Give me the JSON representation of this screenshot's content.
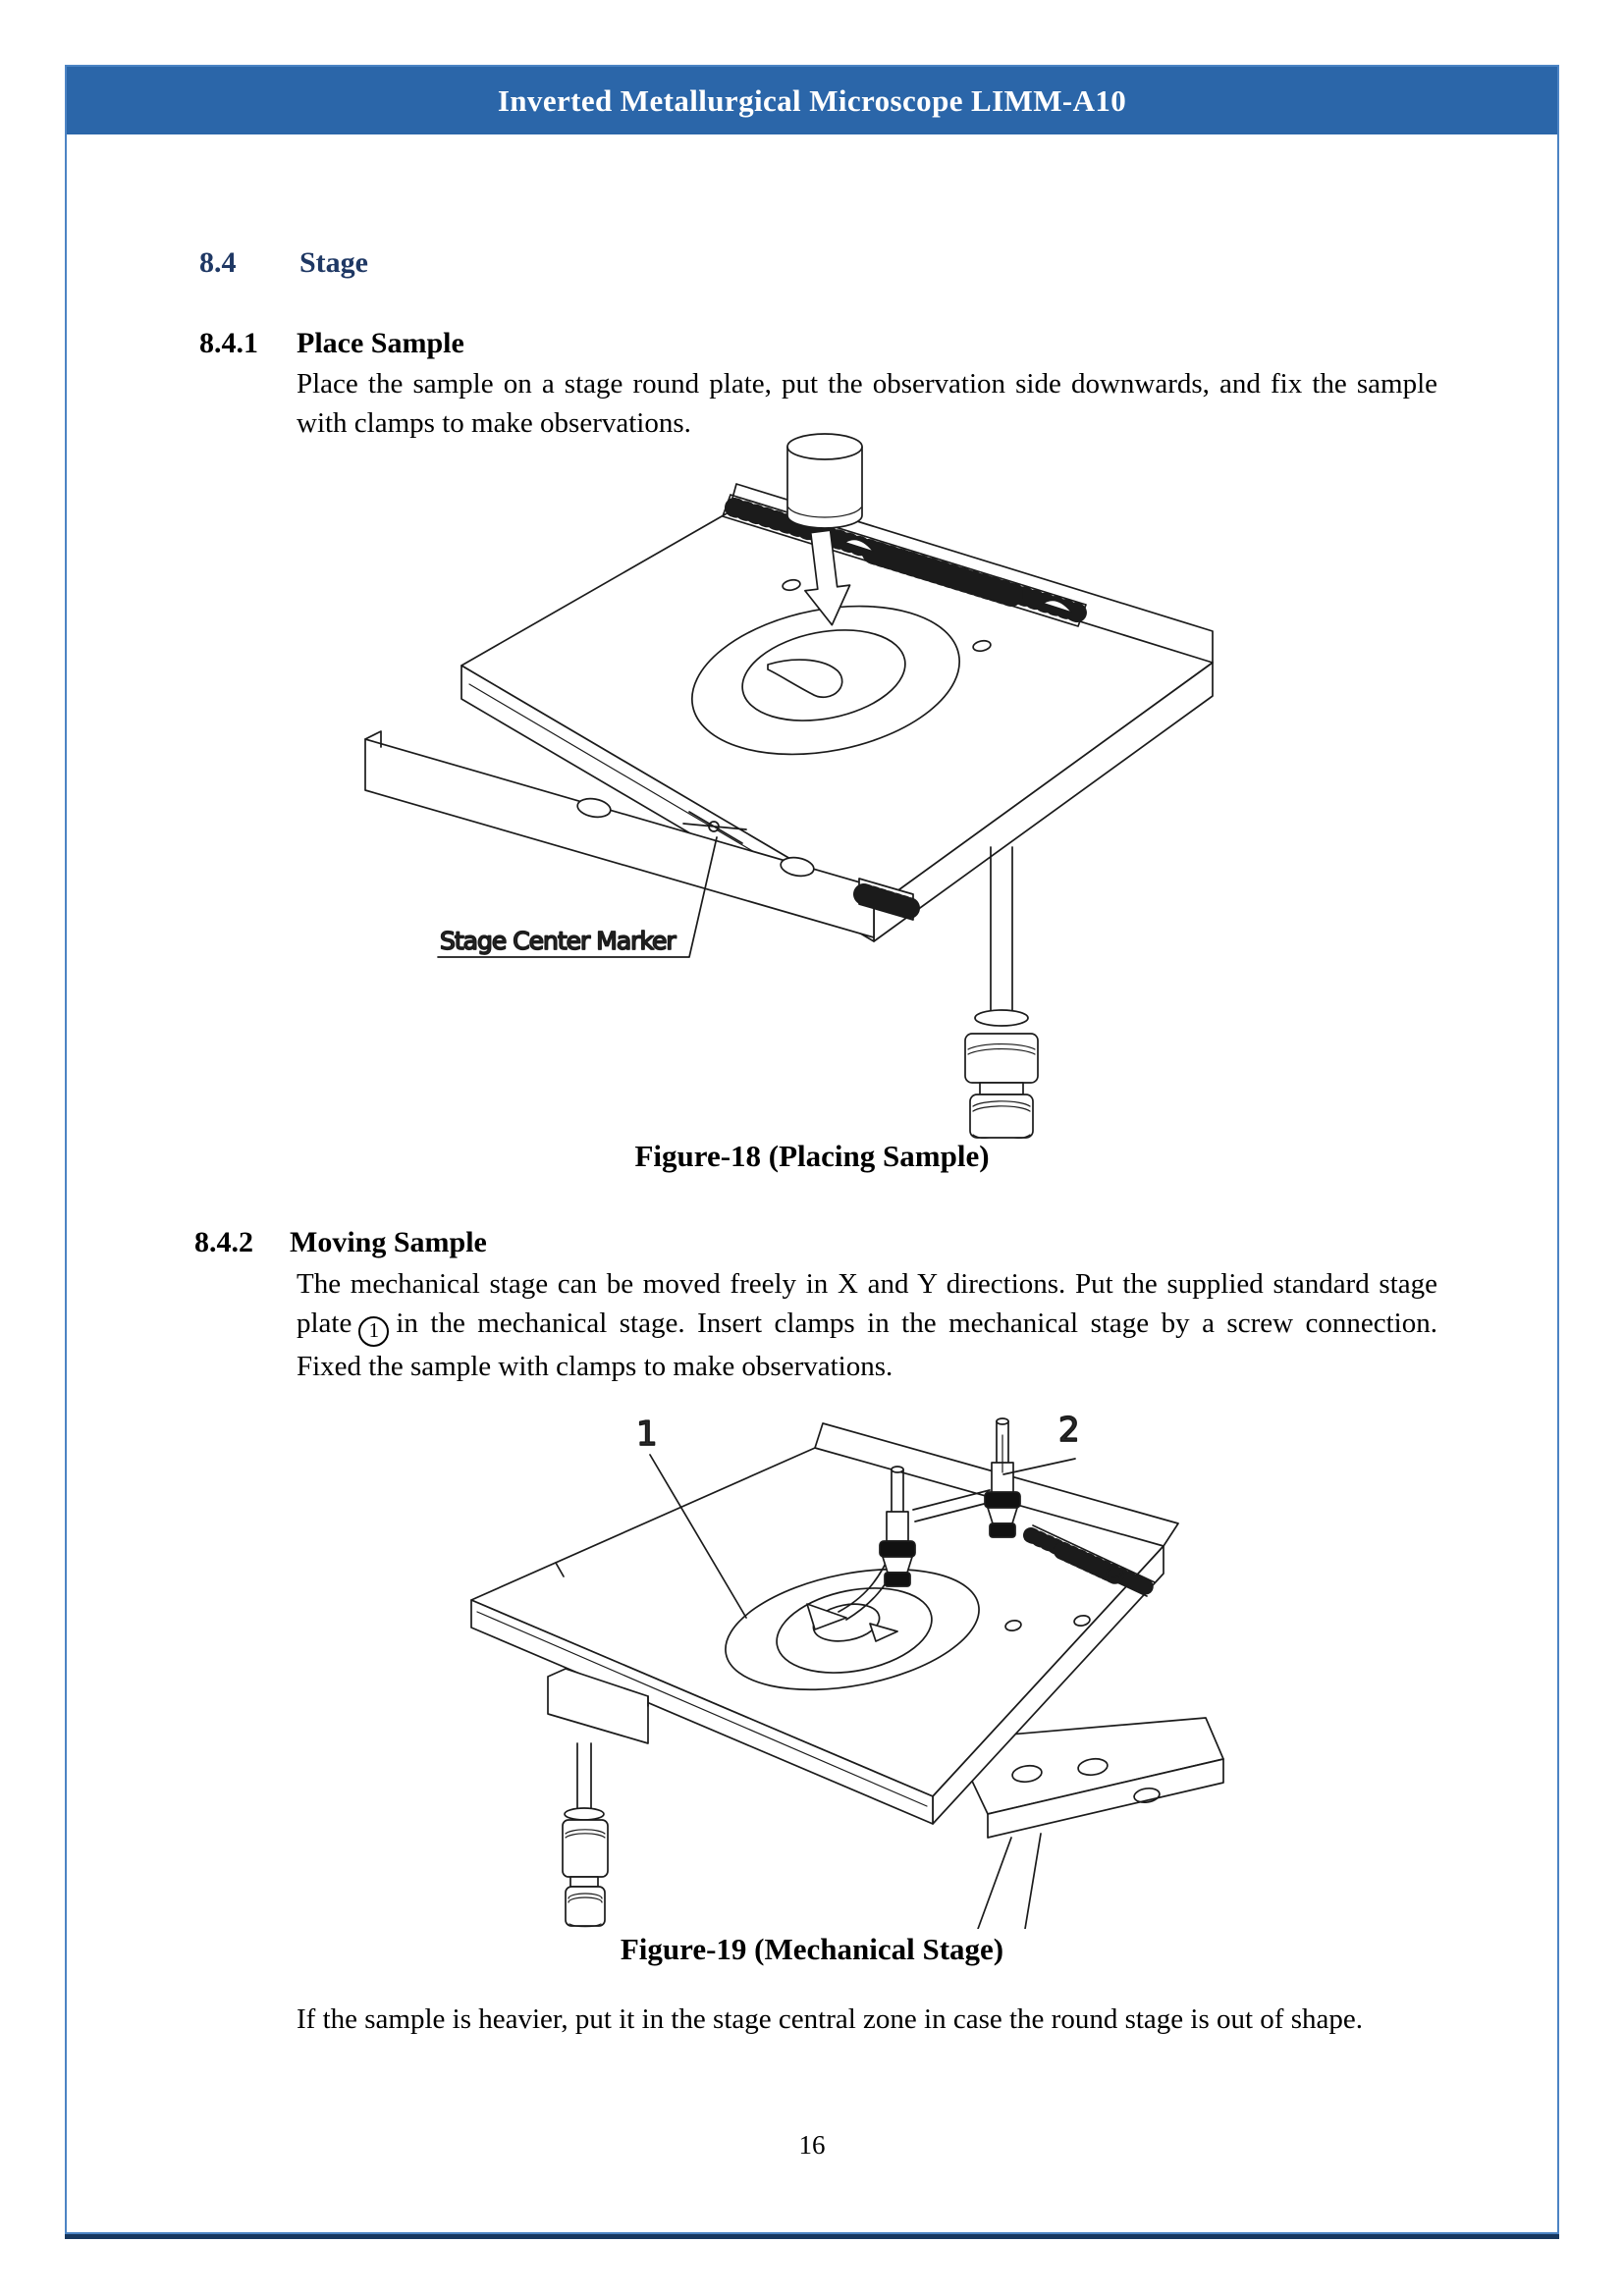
{
  "header": {
    "title": "Inverted Metallurgical Microscope LIMM-A10"
  },
  "sections": {
    "s84": {
      "num": "8.4",
      "title": "Stage"
    },
    "s841": {
      "num": "8.4.1",
      "title": "Place Sample",
      "body": "Place the sample on a stage round plate, put the observation side downwards, and fix the sample with clamps to make observations."
    },
    "s842": {
      "num": "8.4.2",
      "title": "Moving Sample",
      "body_before": "The mechanical stage can be moved freely in X and Y directions. Put the supplied standard stage plate",
      "badge": "1",
      "body_after": "in the mechanical stage. Insert clamps in the mechanical stage by a screw connection. Fixed the sample with clamps to make observations."
    }
  },
  "figures": {
    "fig18": {
      "caption": "Figure-18 (Placing Sample)",
      "annotation": "Stage Center Marker"
    },
    "fig19": {
      "caption": "Figure-19 (Mechanical Stage)",
      "callout1": "1",
      "callout2": "2"
    }
  },
  "note": {
    "body": "If the sample is heavier, put it in the stage central zone in case the round stage is out of shape."
  },
  "footer": {
    "page_number": "16"
  },
  "colors": {
    "header_bg": "#2B66A9",
    "heading_accent": "#1F3864",
    "page_border": "#4C84C4",
    "page_border_bottom": "#17375E",
    "line_art": "#1b1b1b"
  }
}
